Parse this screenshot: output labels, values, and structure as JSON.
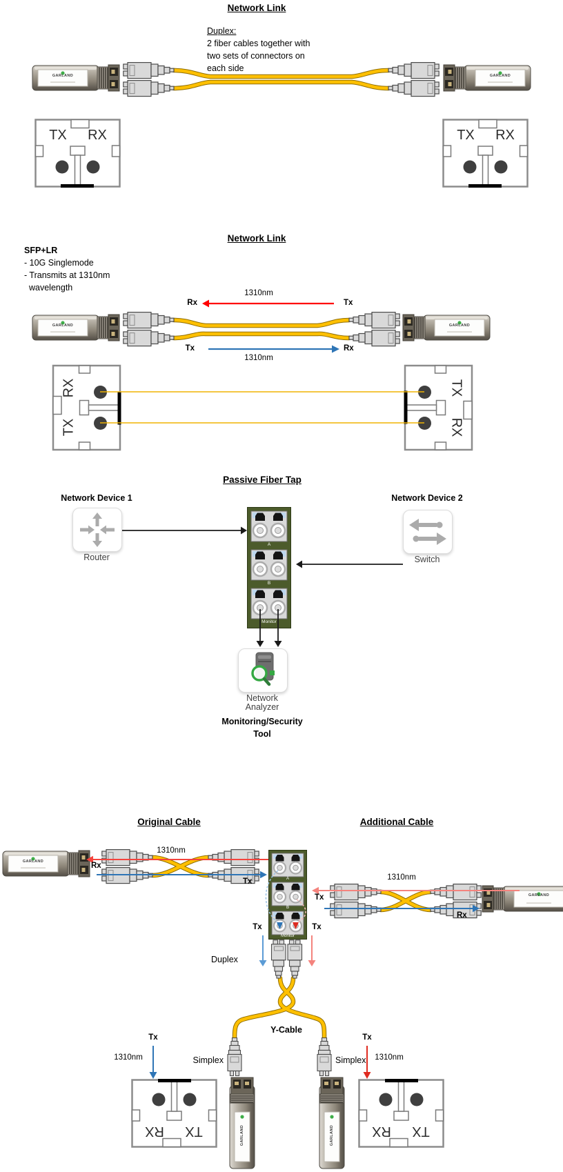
{
  "colors": {
    "cable_yellow": "#FFC000",
    "tap_green": "#4C5B2B",
    "arrow_red": "#FF0000",
    "arrow_blue": "#2E75B6",
    "pink_red": "#F4837D",
    "monitor_blue": "#5B9BD5",
    "icon_gray": "#ABABAB",
    "analyzer_green": "#35A843"
  },
  "brand": "GARLAND",
  "face": {
    "tx": "TX",
    "rx": "RX"
  },
  "tap_ports": {
    "a": "A",
    "b": "B",
    "monitor": "Monitor"
  },
  "section1": {
    "title": "Network Link",
    "note_heading": "Duplex:",
    "note_lines": [
      "2 fiber cables together with",
      "two sets of connectors on",
      "each side"
    ]
  },
  "section2": {
    "title": "Network Link",
    "model": "SFP+LR",
    "bullets": [
      "- 10G Singlemode",
      "- Transmits at 1310nm",
      "wavelength"
    ],
    "top_arrow": {
      "left_label": "Rx",
      "wavelength": "1310nm",
      "right_label": "Tx"
    },
    "bottom_arrow": {
      "left_label": "Tx",
      "wavelength": "1310nm",
      "right_label": "Rx"
    }
  },
  "section3": {
    "title": "Passive Fiber Tap",
    "device1_title": "Network Device 1",
    "device1_name": "Router",
    "device2_title": "Network Device 2",
    "device2_name": "Switch",
    "analyzer_line1": "Network",
    "analyzer_line2": "Analyzer",
    "tool_line1": "Monitoring/Security",
    "tool_line2": "Tool"
  },
  "section4": {
    "original_title": "Original Cable",
    "additional_title": "Additional Cable",
    "original": {
      "rx": "Rx",
      "wavelength": "1310nm",
      "tx": "Tx"
    },
    "additional": {
      "tx": "Tx",
      "wavelength": "1310nm",
      "rx": "Rx"
    },
    "monitor_tx_left": "Tx",
    "monitor_tx_right": "Tx",
    "duplex_label": "Duplex",
    "ycable_label": "Y-Cable",
    "simplex_left": "Simplex",
    "simplex_right": "Simplex",
    "bottom_left": {
      "tx": "Tx",
      "wavelength": "1310nm"
    },
    "bottom_right": {
      "tx": "Tx",
      "wavelength": "1310nm"
    }
  }
}
